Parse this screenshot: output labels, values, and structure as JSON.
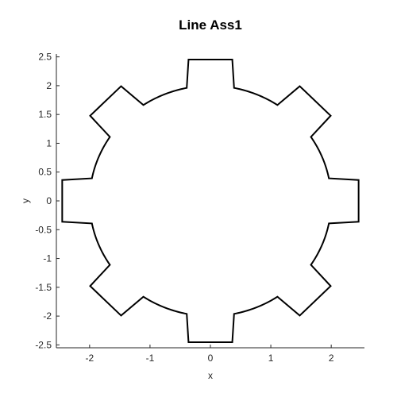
{
  "chart_data": {
    "type": "line",
    "title": "Line Ass1",
    "xlabel": "x",
    "ylabel": "y",
    "xlim": [
      -2.55,
      2.55
    ],
    "ylim": [
      -2.55,
      2.55
    ],
    "xticks": [
      -2,
      -1,
      0,
      1,
      2
    ],
    "yticks": [
      -2.5,
      -2,
      -1.5,
      -1,
      -0.5,
      0,
      0.5,
      1,
      1.5,
      2,
      2.5
    ],
    "xtick_labels": [
      "-2",
      "-1",
      "0",
      "1",
      "2"
    ],
    "ytick_labels": [
      "-2.5",
      "-2",
      "-1.5",
      "-1",
      "-0.5",
      "0",
      "0.5",
      "1",
      "1.5",
      "2",
      "2.5"
    ],
    "grid": false,
    "gear": {
      "teeth": 8,
      "inner_radius": 2.0,
      "outer_radius": 2.48,
      "tooth_root_half_angle_deg": 11.3,
      "tooth_tip_half_angle_deg": 8.4,
      "first_tooth_angle_deg": 0
    },
    "line_color": "#000000",
    "axis_color": "#262626"
  }
}
